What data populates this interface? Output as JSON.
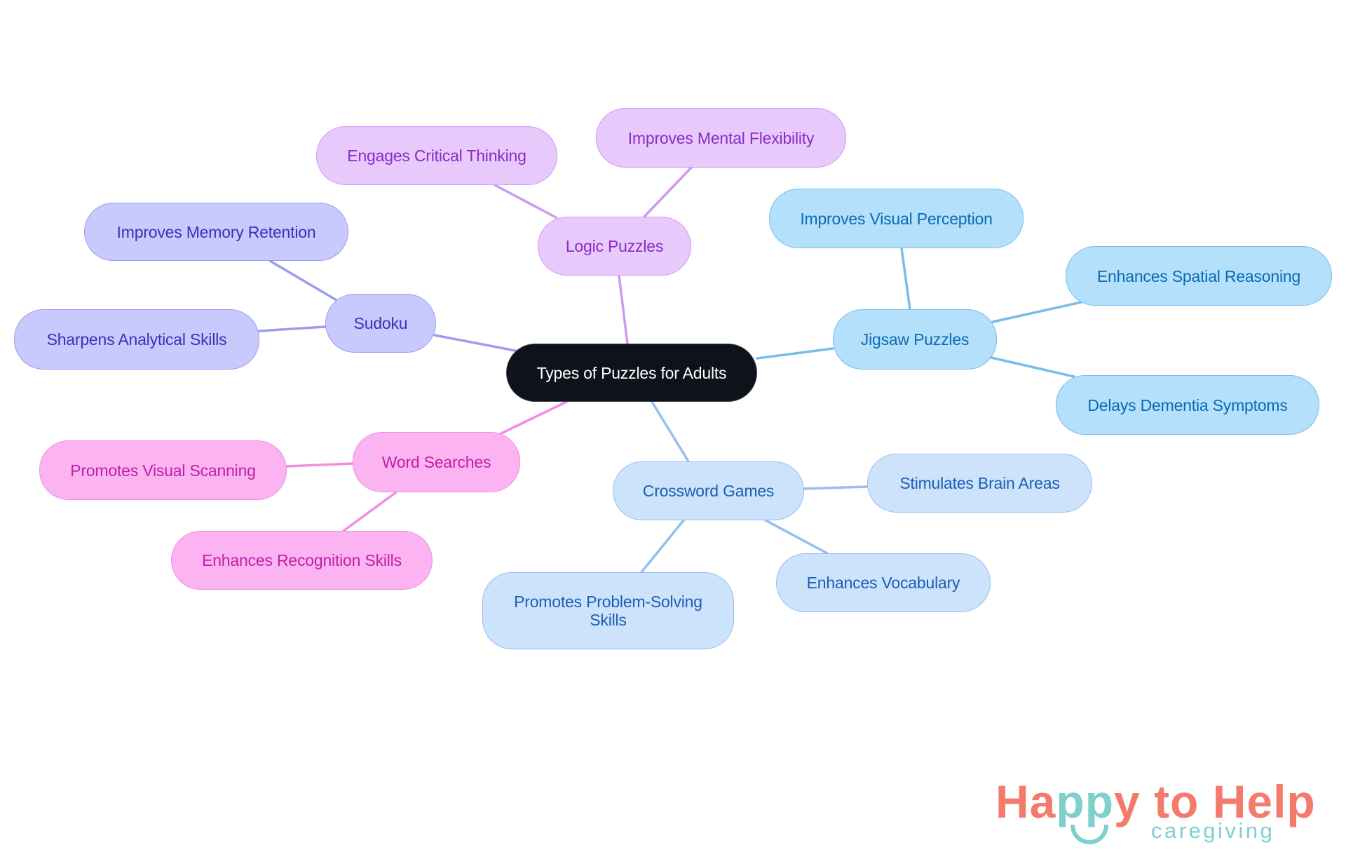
{
  "diagram": {
    "type": "mindmap",
    "root": {
      "label": "Types of Puzzles for Adults",
      "color": "#0d121b"
    },
    "branches": [
      {
        "label": "Sudoku",
        "color": "#9b9cf0",
        "fill": "#c8c9fc",
        "text": "#3534b9",
        "children": [
          {
            "label": "Improves Memory Retention"
          },
          {
            "label": "Sharpens Analytical Skills"
          }
        ]
      },
      {
        "label": "Logic Puzzles",
        "color": "#cf99f2",
        "fill": "#e8c9fc",
        "text": "#8a2cc6",
        "children": [
          {
            "label": "Engages Critical Thinking"
          },
          {
            "label": "Improves Mental Flexibility"
          }
        ]
      },
      {
        "label": "Jigsaw Puzzles",
        "color": "#78bde9",
        "fill": "#b4e0fc",
        "text": "#0b6bb0",
        "children": [
          {
            "label": "Improves Visual Perception"
          },
          {
            "label": "Enhances Spatial Reasoning"
          },
          {
            "label": "Delays Dementia Symptoms"
          }
        ]
      },
      {
        "label": "Crossword Games",
        "color": "#95bfee",
        "fill": "#cde3fb",
        "text": "#1a5fb4",
        "children": [
          {
            "label": "Stimulates Brain Areas"
          },
          {
            "label": "Enhances Vocabulary"
          },
          {
            "label": "Promotes Problem-Solving Skills"
          }
        ]
      },
      {
        "label": "Word Searches",
        "color": "#ef8ee0",
        "fill": "#fcb3f2",
        "text": "#c01fa8",
        "children": [
          {
            "label": "Promotes Visual Scanning"
          },
          {
            "label": "Enhances Recognition Skills"
          }
        ]
      }
    ]
  },
  "logo": {
    "happy_ha": "Ha",
    "happy_pp": "pp",
    "happy_y": "y",
    "rest": " to Help",
    "subtitle": "caregiving",
    "coral": "#f47a6c",
    "teal": "#7fcfcc"
  }
}
